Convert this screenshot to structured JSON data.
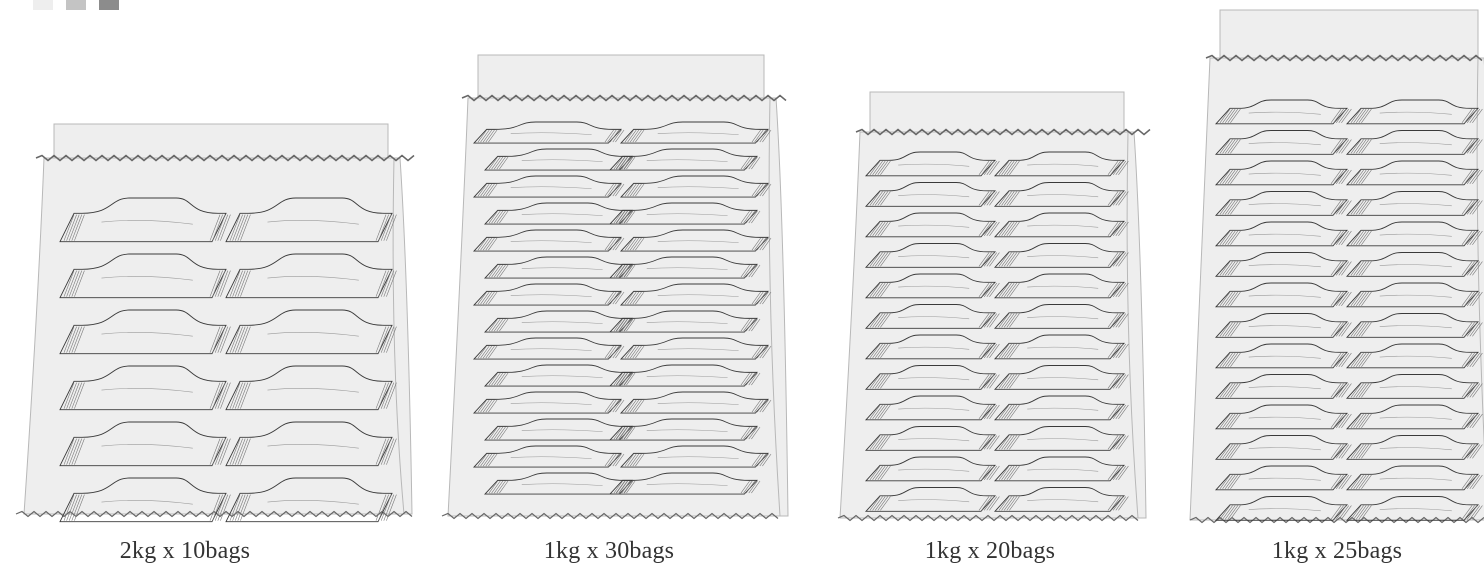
{
  "swatch_colors": [
    "#eeeeee",
    "#c4c4c4",
    "#8c8c8c"
  ],
  "colors": {
    "bag_fill": "#eeeeee",
    "bag_stroke": "#b8b8b8",
    "sack_outline": "#3a3a3a",
    "zigzag": "#666666",
    "caption": "#333333"
  },
  "packs": [
    {
      "caption": "2kg x 10bags"
    },
    {
      "caption": "1kg x 30bags"
    },
    {
      "caption": "1kg x 20bags"
    },
    {
      "caption": "1kg x 25bags"
    }
  ]
}
